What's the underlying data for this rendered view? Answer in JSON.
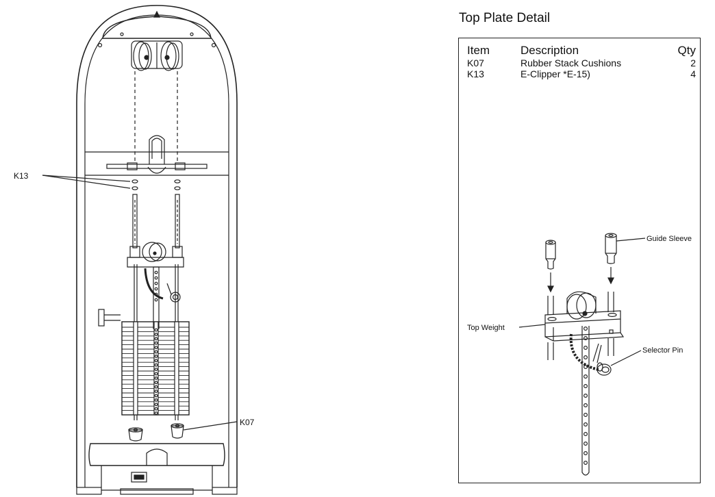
{
  "diagram": {
    "callouts": {
      "k13": "K13",
      "k07": "K07"
    }
  },
  "detail": {
    "title": "Top Plate Detail",
    "table": {
      "headers": {
        "item": "Item",
        "description": "Description",
        "qty": "Qty"
      },
      "rows": [
        {
          "item": "K07",
          "description": "Rubber Stack Cushions",
          "qty": "2"
        },
        {
          "item": "K13",
          "description": "E-Clipper *E-15)",
          "qty": "4"
        }
      ]
    },
    "labels": {
      "guide_sleeve": "Guide Sleeve",
      "top_weight": "Top Weight",
      "selector_pin": "Selector Pin"
    }
  }
}
